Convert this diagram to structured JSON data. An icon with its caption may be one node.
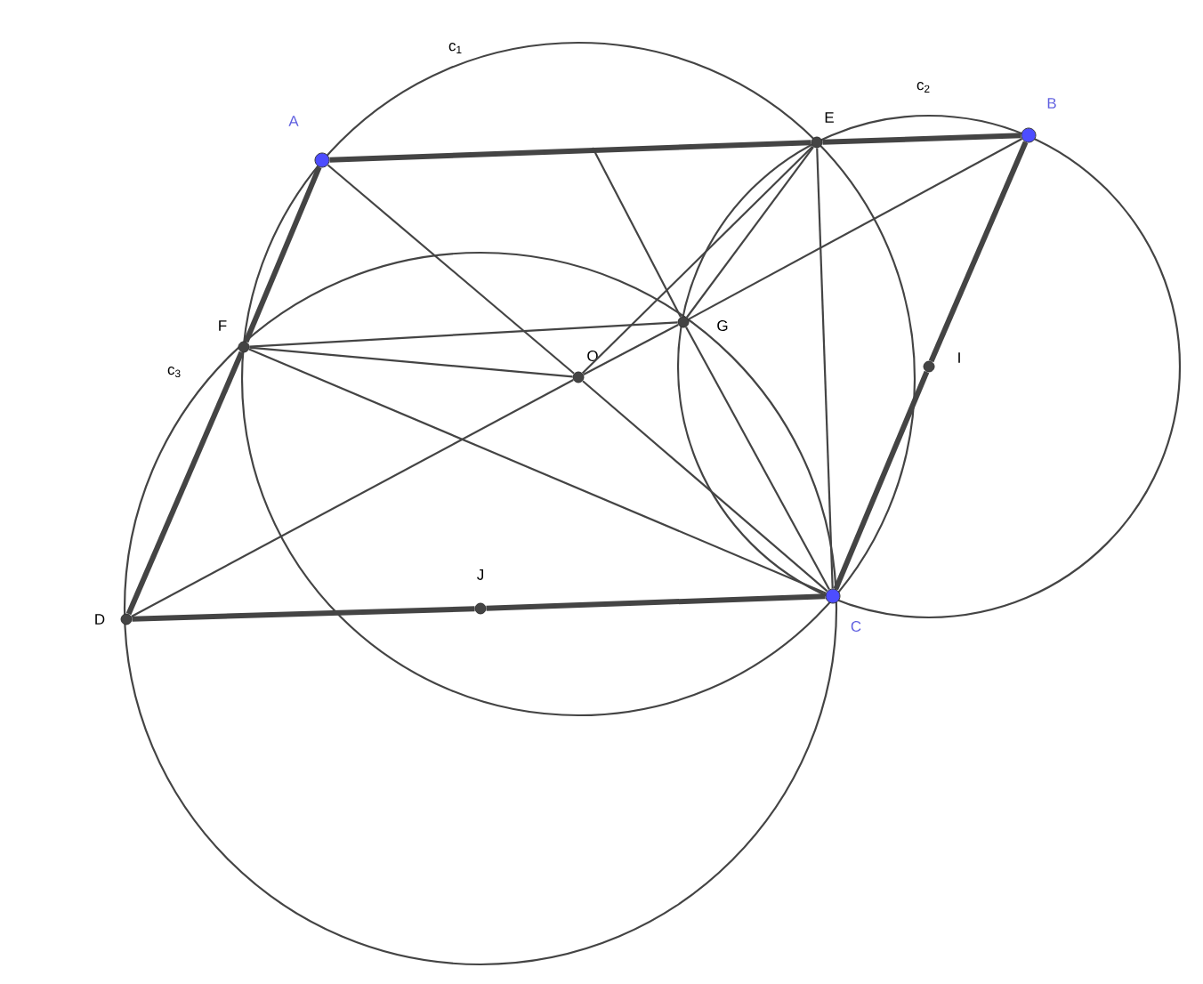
{
  "diagram": {
    "nodes": [
      {
        "text": [
          "A"
        ]
      },
      {
        "text": [
          "E"
        ]
      },
      {
        "text": [
          "B"
        ]
      },
      {
        "text": [
          "F"
        ]
      },
      {
        "text": [
          "G"
        ]
      },
      {
        "text": [
          "O"
        ]
      },
      {
        "text": [
          "I"
        ]
      },
      {
        "text": [
          "D"
        ]
      },
      {
        "text": [
          "J"
        ]
      },
      {
        "text": [
          "C"
        ]
      }
    ],
    "edges": [
      {
        "from": 0,
        "to": 1,
        "arrow": "none",
        "style": "thick"
      },
      {
        "from": 1,
        "to": 2,
        "arrow": "none",
        "style": "thick"
      },
      {
        "from": 0,
        "to": 3,
        "arrow": "none",
        "style": "thick"
      },
      {
        "from": 3,
        "to": 7,
        "arrow": "none",
        "style": "thick"
      },
      {
        "from": 7,
        "to": 8,
        "arrow": "none",
        "style": "thick"
      },
      {
        "from": 8,
        "to": 9,
        "arrow": "none",
        "style": "thick"
      },
      {
        "from": 9,
        "to": 6,
        "arrow": "none",
        "style": "thick"
      },
      {
        "from": 6,
        "to": 2,
        "arrow": "none",
        "style": "thick"
      },
      {
        "from": 0,
        "to": 5,
        "arrow": "none"
      },
      {
        "from": 5,
        "to": 9,
        "arrow": "none"
      },
      {
        "from": 7,
        "to": 5,
        "arrow": "none"
      },
      {
        "from": 5,
        "to": 4,
        "arrow": "none"
      },
      {
        "from": 4,
        "to": 2,
        "arrow": "none"
      },
      {
        "from": 3,
        "to": 4,
        "arrow": "none"
      },
      {
        "from": 3,
        "to": 5,
        "arrow": "none"
      },
      {
        "from": 3,
        "to": 9,
        "arrow": "none"
      },
      {
        "from": 1,
        "to": 4,
        "arrow": "none"
      },
      {
        "from": 1,
        "to": 5,
        "arrow": "none"
      },
      {
        "from": 1,
        "to": 9,
        "arrow": "none"
      },
      {
        "from": null,
        "to": 4,
        "arrow": "none"
      },
      {
        "from": 4,
        "to": 9,
        "arrow": "none"
      }
    ],
    "labels": [
      "c$_{1}$",
      "c$_{2}$",
      "c$_{3}$"
    ]
  }
}
